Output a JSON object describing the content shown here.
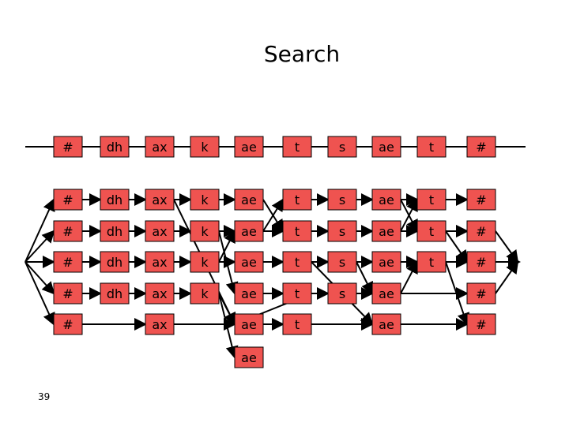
{
  "slide": {
    "title": "Search",
    "page_number": "39"
  },
  "colors": {
    "node_fill": "#ef5350",
    "node_stroke": "#000000",
    "line": "#000000"
  },
  "diagram": {
    "top_row": [
      "#",
      "dh",
      "ax",
      "k",
      "ae",
      "t",
      "s",
      "ae",
      "t",
      "#"
    ],
    "rows": [
      [
        "#",
        "dh",
        "ax",
        "k",
        "ae",
        "t",
        "s",
        "ae",
        "t",
        "#"
      ],
      [
        "#",
        "dh",
        "ax",
        "k",
        "ae",
        "t",
        "s",
        "ae",
        "t",
        "#"
      ],
      [
        "#",
        "dh",
        "ax",
        "k",
        "ae",
        "t",
        "s",
        "ae",
        "t",
        "#"
      ],
      [
        "#",
        "dh",
        "ax",
        "k",
        "ae",
        "t",
        "s",
        "ae",
        null,
        "#"
      ],
      [
        "#",
        null,
        "ax",
        null,
        "ae",
        "t",
        null,
        "ae",
        null,
        "#"
      ],
      [
        null,
        null,
        null,
        null,
        "ae",
        null,
        null,
        null,
        null,
        null
      ]
    ]
  }
}
